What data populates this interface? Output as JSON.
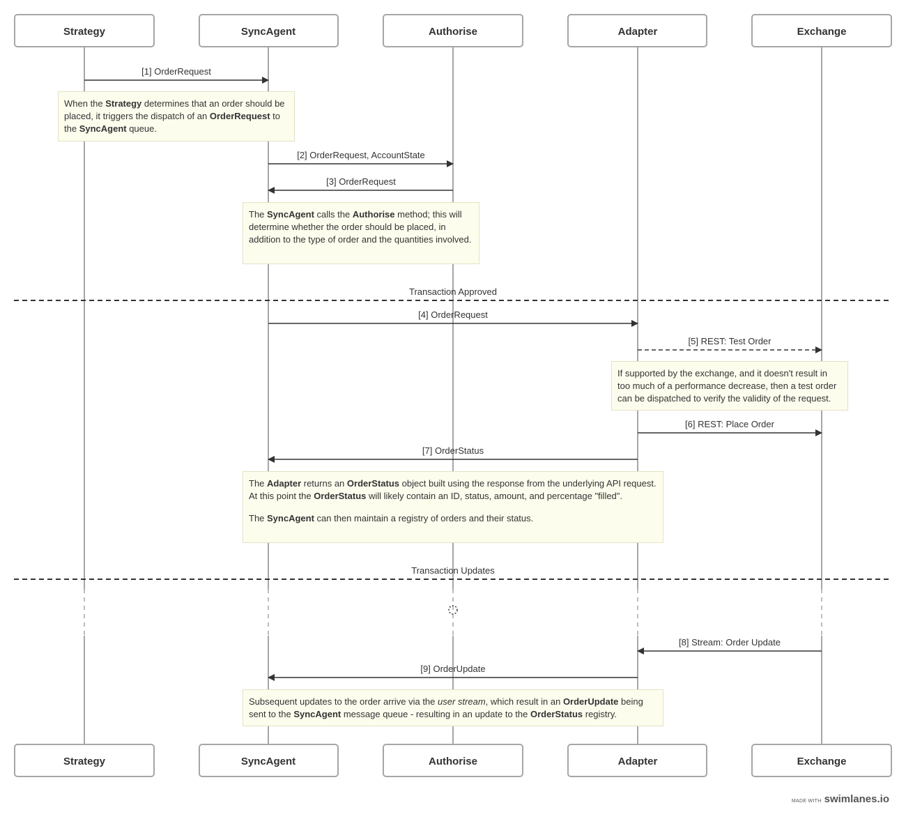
{
  "participants": [
    "Strategy",
    "SyncAgent",
    "Authorise",
    "Adapter",
    "Exchange"
  ],
  "messages": [
    {
      "label": "[1] OrderRequest",
      "from": 0,
      "to": 1,
      "dashed": false
    },
    {
      "label": "[2] OrderRequest, AccountState",
      "from": 1,
      "to": 2,
      "dashed": false
    },
    {
      "label": "[3] OrderRequest",
      "from": 2,
      "to": 1,
      "dashed": false
    },
    {
      "label": "[4] OrderRequest",
      "from": 1,
      "to": 3,
      "dashed": false
    },
    {
      "label": "[5] REST: Test Order",
      "from": 3,
      "to": 4,
      "dashed": true
    },
    {
      "label": "[6] REST: Place Order",
      "from": 3,
      "to": 4,
      "dashed": false
    },
    {
      "label": "[7] OrderStatus",
      "from": 3,
      "to": 1,
      "dashed": false
    },
    {
      "label": "[8] Stream: Order Update",
      "from": 4,
      "to": 3,
      "dashed": false
    },
    {
      "label": "[9] OrderUpdate",
      "from": 3,
      "to": 1,
      "dashed": false
    }
  ],
  "dividers": [
    {
      "label": "Transaction Approved"
    },
    {
      "label": "Transaction Updates"
    }
  ],
  "notes": {
    "n1": {
      "a": "When the ",
      "b": "Strategy",
      "c": " determines that an order should be placed, it triggers the dispatch of an ",
      "d": "OrderRequest",
      "e": " to the ",
      "f": "SyncAgent",
      "g": " queue."
    },
    "n2": {
      "a": "The ",
      "b": "SyncAgent",
      "c": " calls the ",
      "d": "Authorise",
      "e": " method; this will determine whether the order should be placed, in addition to the type of order and the quantities involved."
    },
    "n3": {
      "text": "If supported by the exchange, and it doesn't result in too much of a performance decrease, then a test order can be dispatched to verify the validity of the request."
    },
    "n4": {
      "p1": {
        "a": "The ",
        "b": "Adapter",
        "c": " returns an ",
        "d": "OrderStatus",
        "e": " object built using the response from the underlying API request. At this point the ",
        "f": "OrderStatus",
        "g": " will likely contain an ID, status, amount, and percentage \"filled\"."
      },
      "p2": {
        "a": "The ",
        "b": "SyncAgent",
        "c": " can then maintain a registry of orders and their status."
      }
    },
    "n5": {
      "a": "Subsequent updates to the order arrive via the ",
      "b": "user stream",
      "c": ", which result in an ",
      "d": "OrderUpdate",
      "e": " being sent to the ",
      "f": "SyncAgent",
      "g": " message queue - resulting in an update to the ",
      "h": "OrderStatus",
      "i": " registry."
    }
  },
  "branding": {
    "made_with": "MADE WITH",
    "name": "swimlanes.io"
  },
  "colors": {
    "line": "#a6a6a6",
    "arrow": "#333333",
    "note_bg": "#fdfdee",
    "note_border": "#e3e2c4"
  }
}
